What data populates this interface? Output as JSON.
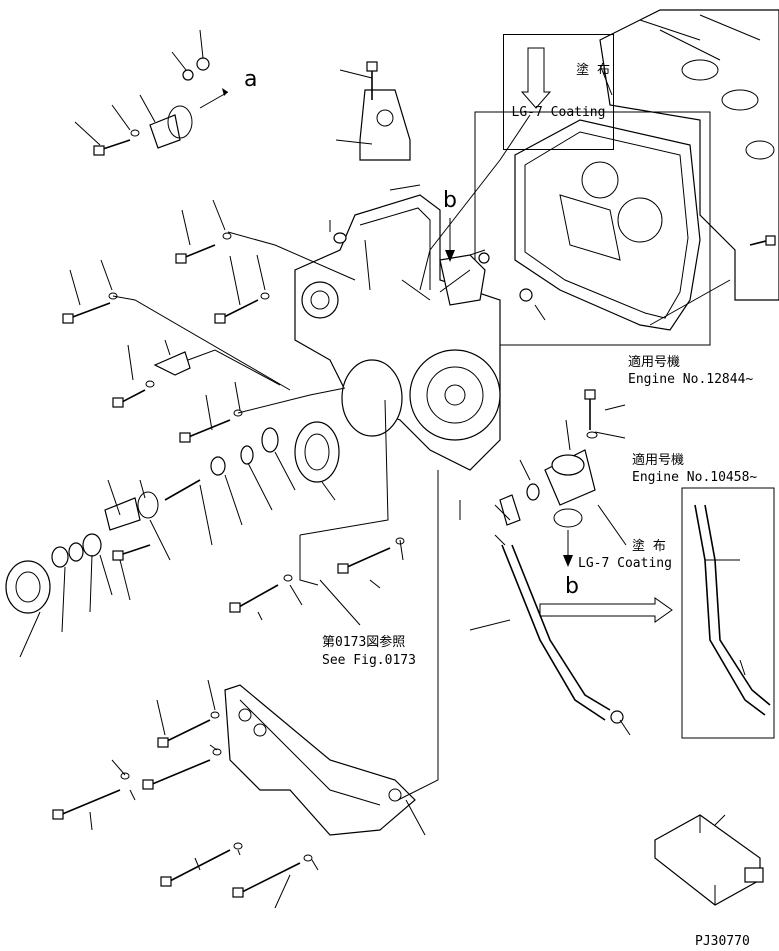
{
  "labels": {
    "coating_top_jp": "塗 布",
    "coating_top_en": "LG-7 Coating",
    "arrow_a": "a",
    "arrow_b_top": "b",
    "engine1_jp": "適用号機",
    "engine1_en": "Engine No.12844~",
    "engine2_jp": "適用号機",
    "engine2_en": "Engine No.10458~",
    "coating_mid_jp": "塗 布",
    "coating_mid_en": "LG-7 Coating",
    "arrow_b_mid": "b",
    "see_fig_jp": "第0173図参照",
    "see_fig_en": "See Fig.0173",
    "drawing_no": "PJ30770"
  }
}
